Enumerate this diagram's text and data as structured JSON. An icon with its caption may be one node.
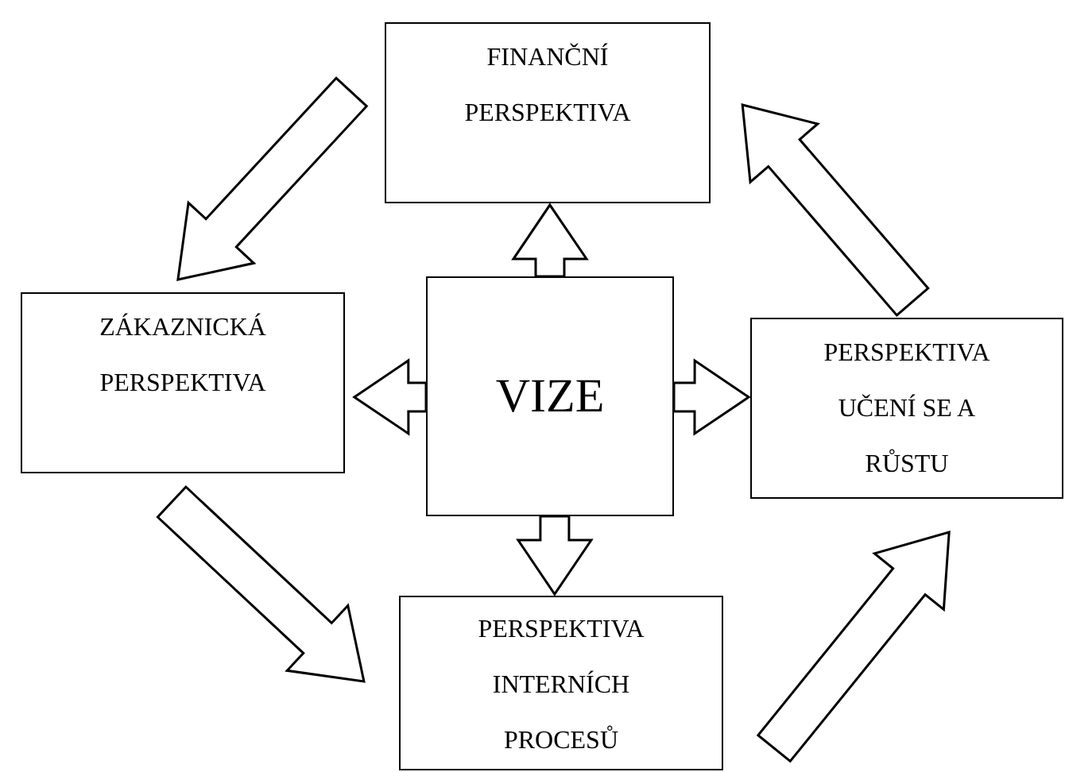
{
  "diagram": {
    "nodes": [
      {
        "text": [
          "FINANČNÍ PERSPEKTIVA"
        ]
      },
      {
        "text": [
          "ZÁKAZNICKÁ PERSPEKTIVA"
        ]
      },
      {
        "text": [
          "VIZE"
        ]
      },
      {
        "text": [
          "PERSPEKTIVA UČENÍ SE A RŮSTU"
        ]
      },
      {
        "text": [
          "PERSPEKTIVA INTERNÍCH PROCESŮ"
        ]
      }
    ],
    "edges": [
      {
        "from": 2,
        "to": 0,
        "arrow": "to"
      },
      {
        "from": 2,
        "to": 1,
        "arrow": "to"
      },
      {
        "from": 2,
        "to": 3,
        "arrow": "to"
      },
      {
        "from": 2,
        "to": 4,
        "arrow": "to"
      },
      {
        "from": 0,
        "to": 1,
        "arrow": "to"
      },
      {
        "from": 1,
        "to": 4,
        "arrow": "to"
      },
      {
        "from": 4,
        "to": 3,
        "arrow": "to"
      },
      {
        "from": 3,
        "to": 0,
        "arrow": "to"
      }
    ]
  }
}
